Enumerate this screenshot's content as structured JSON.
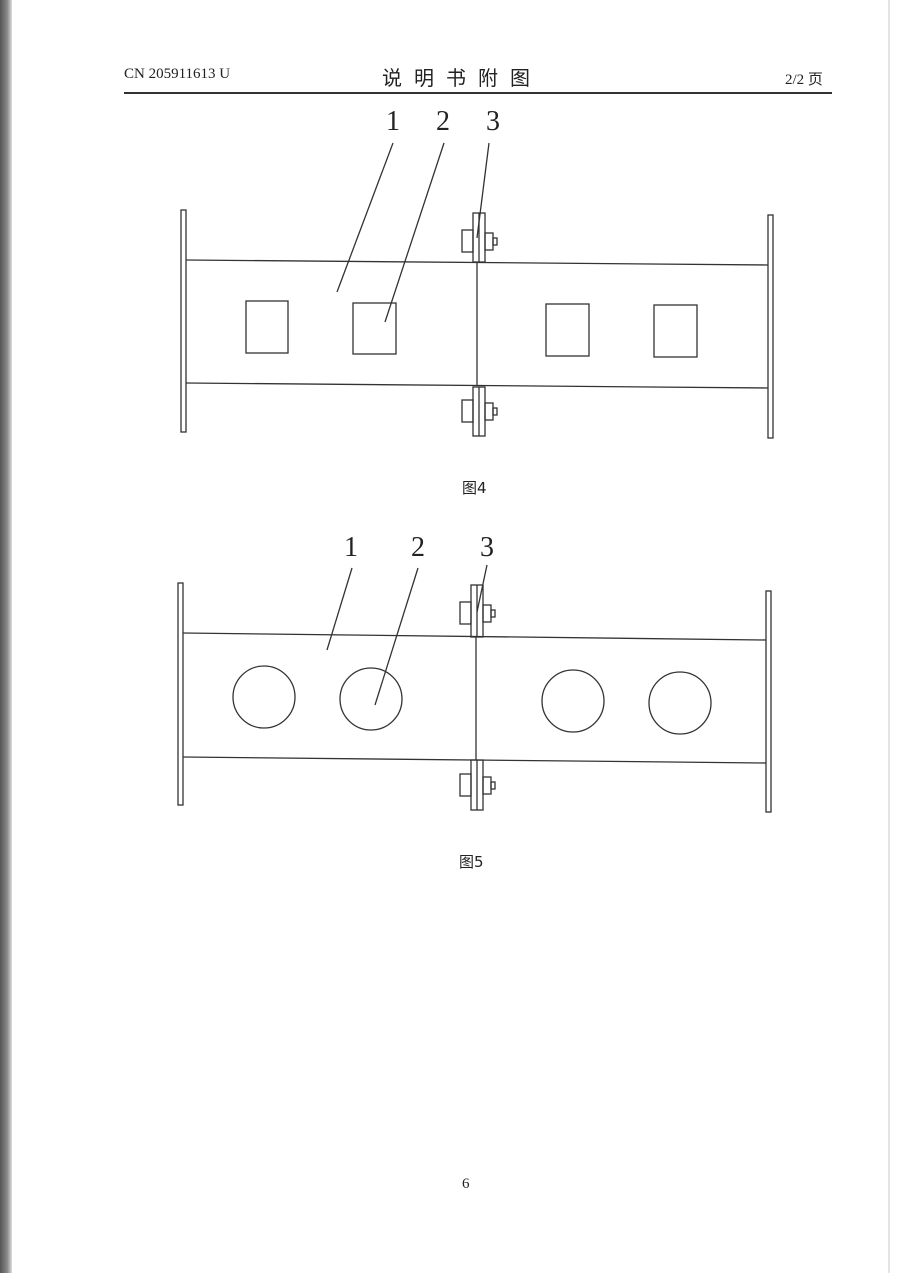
{
  "header": {
    "publication_number": "CN 205911613 U",
    "title": "说明书附图",
    "page_indicator": "2/2 页"
  },
  "figures": [
    {
      "caption": "图4",
      "labels": [
        "1",
        "2",
        "3"
      ],
      "opening_shape": "square"
    },
    {
      "caption": "图5",
      "labels": [
        "1",
        "2",
        "3"
      ],
      "opening_shape": "circle"
    }
  ],
  "footer": {
    "page_number": "6"
  }
}
